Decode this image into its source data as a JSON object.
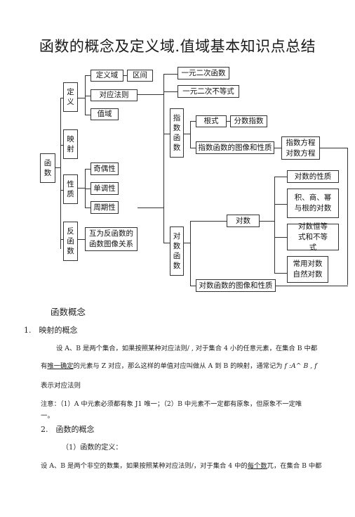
{
  "title": "函数的概念及定义域.值域基本知识点总结",
  "diagram": {
    "root": "函数",
    "concept": "定义",
    "domain": "定义域",
    "interval": "区间",
    "rule": "对应法则",
    "range": "值域",
    "mapping": "映射",
    "property": "性质",
    "odd_even": "奇偶性",
    "monotonic": "单调性",
    "periodic": "周期性",
    "inverse": "反函数",
    "inverse_graph": "互为反函数的函数图像关系",
    "quadratic_func": "一元二次函数",
    "quadratic_ineq": "一元二次不等式",
    "exp_func": "指数函数",
    "radical": "根式",
    "frac_exp": "分数指数",
    "exp_graph": "指数函数的图像和性质",
    "exp_eq": "指数方程对数方程",
    "log_func": "对数函数",
    "log": "对数",
    "log_props": "对数的性质",
    "log_prod": "积、商、幂与根的对数",
    "log_ident": "对数恒等式和不等式",
    "log_common": "常用对数自然对数",
    "log_graph": "对数函数的图像和性质"
  },
  "text": {
    "section_heading": "函数概念",
    "item1": "1.　映射的概念",
    "p1_line1": "设 A、B 是两个集合，如果按照某种对应法则/ , 对于集合 4 小的任意元素，在集合 B 中都",
    "p1_line2_a": "有",
    "p1_line2_u": "唯一确定",
    "p1_line2_b": "的元素与 Z 对应，那么这样的单值对应叫做从 A 到 B 的映射，通常记为 ",
    "p1_line2_c": "f :A^ B , f",
    "p1_line3": "表示对应法则",
    "note_line1": "注意：（1）A 中元素必须都有象 J1 唯一；（2）B 中元素不一定都有原象，但原象不一定唯",
    "note_line2": "一。",
    "item2": "2.　函数的概念",
    "sub1": "（1）函数的定义：",
    "p2_a": "设 A、B 是两个非空的数集，如果按照某种对应法则/，对于集合 4 中的",
    "p2_u": "每个数",
    "p2_b": "兀，在集合 B 中都"
  }
}
